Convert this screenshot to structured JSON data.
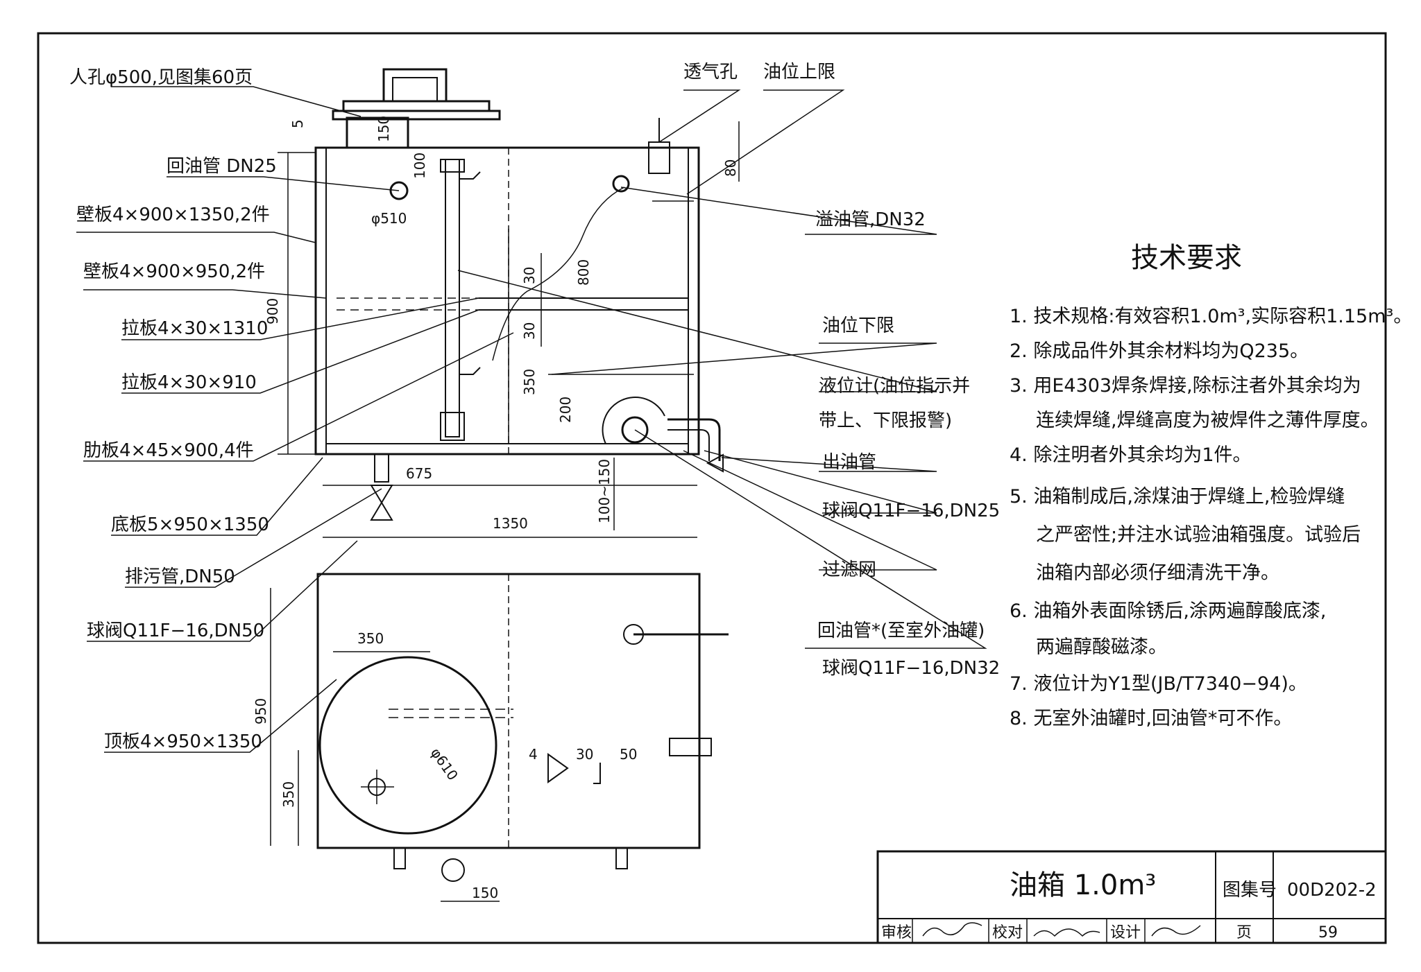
{
  "labels": {
    "manhole": "人孔φ500,见图集60页",
    "return_pipe": "回油管 DN25",
    "wall_panel_1": "壁板4×900×1350,2件",
    "wall_panel_2": "壁板4×900×950,2件",
    "tie_1310": "拉板4×30×1310",
    "tie_910": "拉板4×30×910",
    "rib": "肋板4×45×900,4件",
    "bottom_plate": "底板5×950×1350",
    "drain_pipe": "排污管,DN50",
    "ball_valve_50": "球阀Q11F−16,DN50",
    "top_plate": "顶板4×950×1350",
    "vent": "透气孔",
    "oil_upper": "油位上限",
    "overflow": "溢油管,DN32",
    "oil_lower": "油位下限",
    "level_gauge_1": "液位计(油位指示并",
    "level_gauge_2": "带上、下限报警)",
    "outlet": "出油管",
    "ball_valve_25": "球阀Q11F−16,DN25",
    "filter": "过滤网",
    "return_outdoor": "回油管*(至室外油罐)",
    "ball_valve_32": "球阀Q11F−16,DN32"
  },
  "dims": {
    "d5": "5",
    "d150_top": "150",
    "d100": "100",
    "d510": "φ510",
    "d900": "900",
    "d30a": "30",
    "d30b": "30",
    "d800": "800",
    "d350": "350",
    "d200": "200",
    "d80": "80",
    "d675": "675",
    "d1350": "1350",
    "d100_150": "100~150",
    "p350_top": "350",
    "p950": "950",
    "p350_side": "350",
    "p610": "φ610",
    "weld_4": "4",
    "weld_30": "30",
    "weld_50": "50",
    "p150": "150"
  },
  "requirements": {
    "title": "技术要求",
    "items": [
      "1. 技术规格:有效容积1.0m³,实际容积1.15m³。",
      "2. 除成品件外其余材料均为Q235。",
      "3. 用E4303焊条焊接,除标注者外其余均为",
      "连续焊缝,焊缝高度为被焊件之薄件厚度。",
      "4. 除注明者外其余均为1件。",
      "5. 油箱制成后,涂煤油于焊缝上,检验焊缝",
      "之严密性;并注水试验油箱强度。试验后",
      "油箱内部必须仔细清洗干净。",
      "6. 油箱外表面除锈后,涂两遍醇酸底漆,",
      "两遍醇酸磁漆。",
      "7. 液位计为Y1型(JB/T7340−94)。",
      "8. 无室外油罐时,回油管*可不作。"
    ]
  },
  "title_block": {
    "title": "油箱 1.0m³",
    "atlas_label": "图集号",
    "atlas_no": "00D202-2",
    "review": "审核",
    "check": "校对",
    "design": "设计",
    "page_label": "页",
    "page_no": "59"
  }
}
